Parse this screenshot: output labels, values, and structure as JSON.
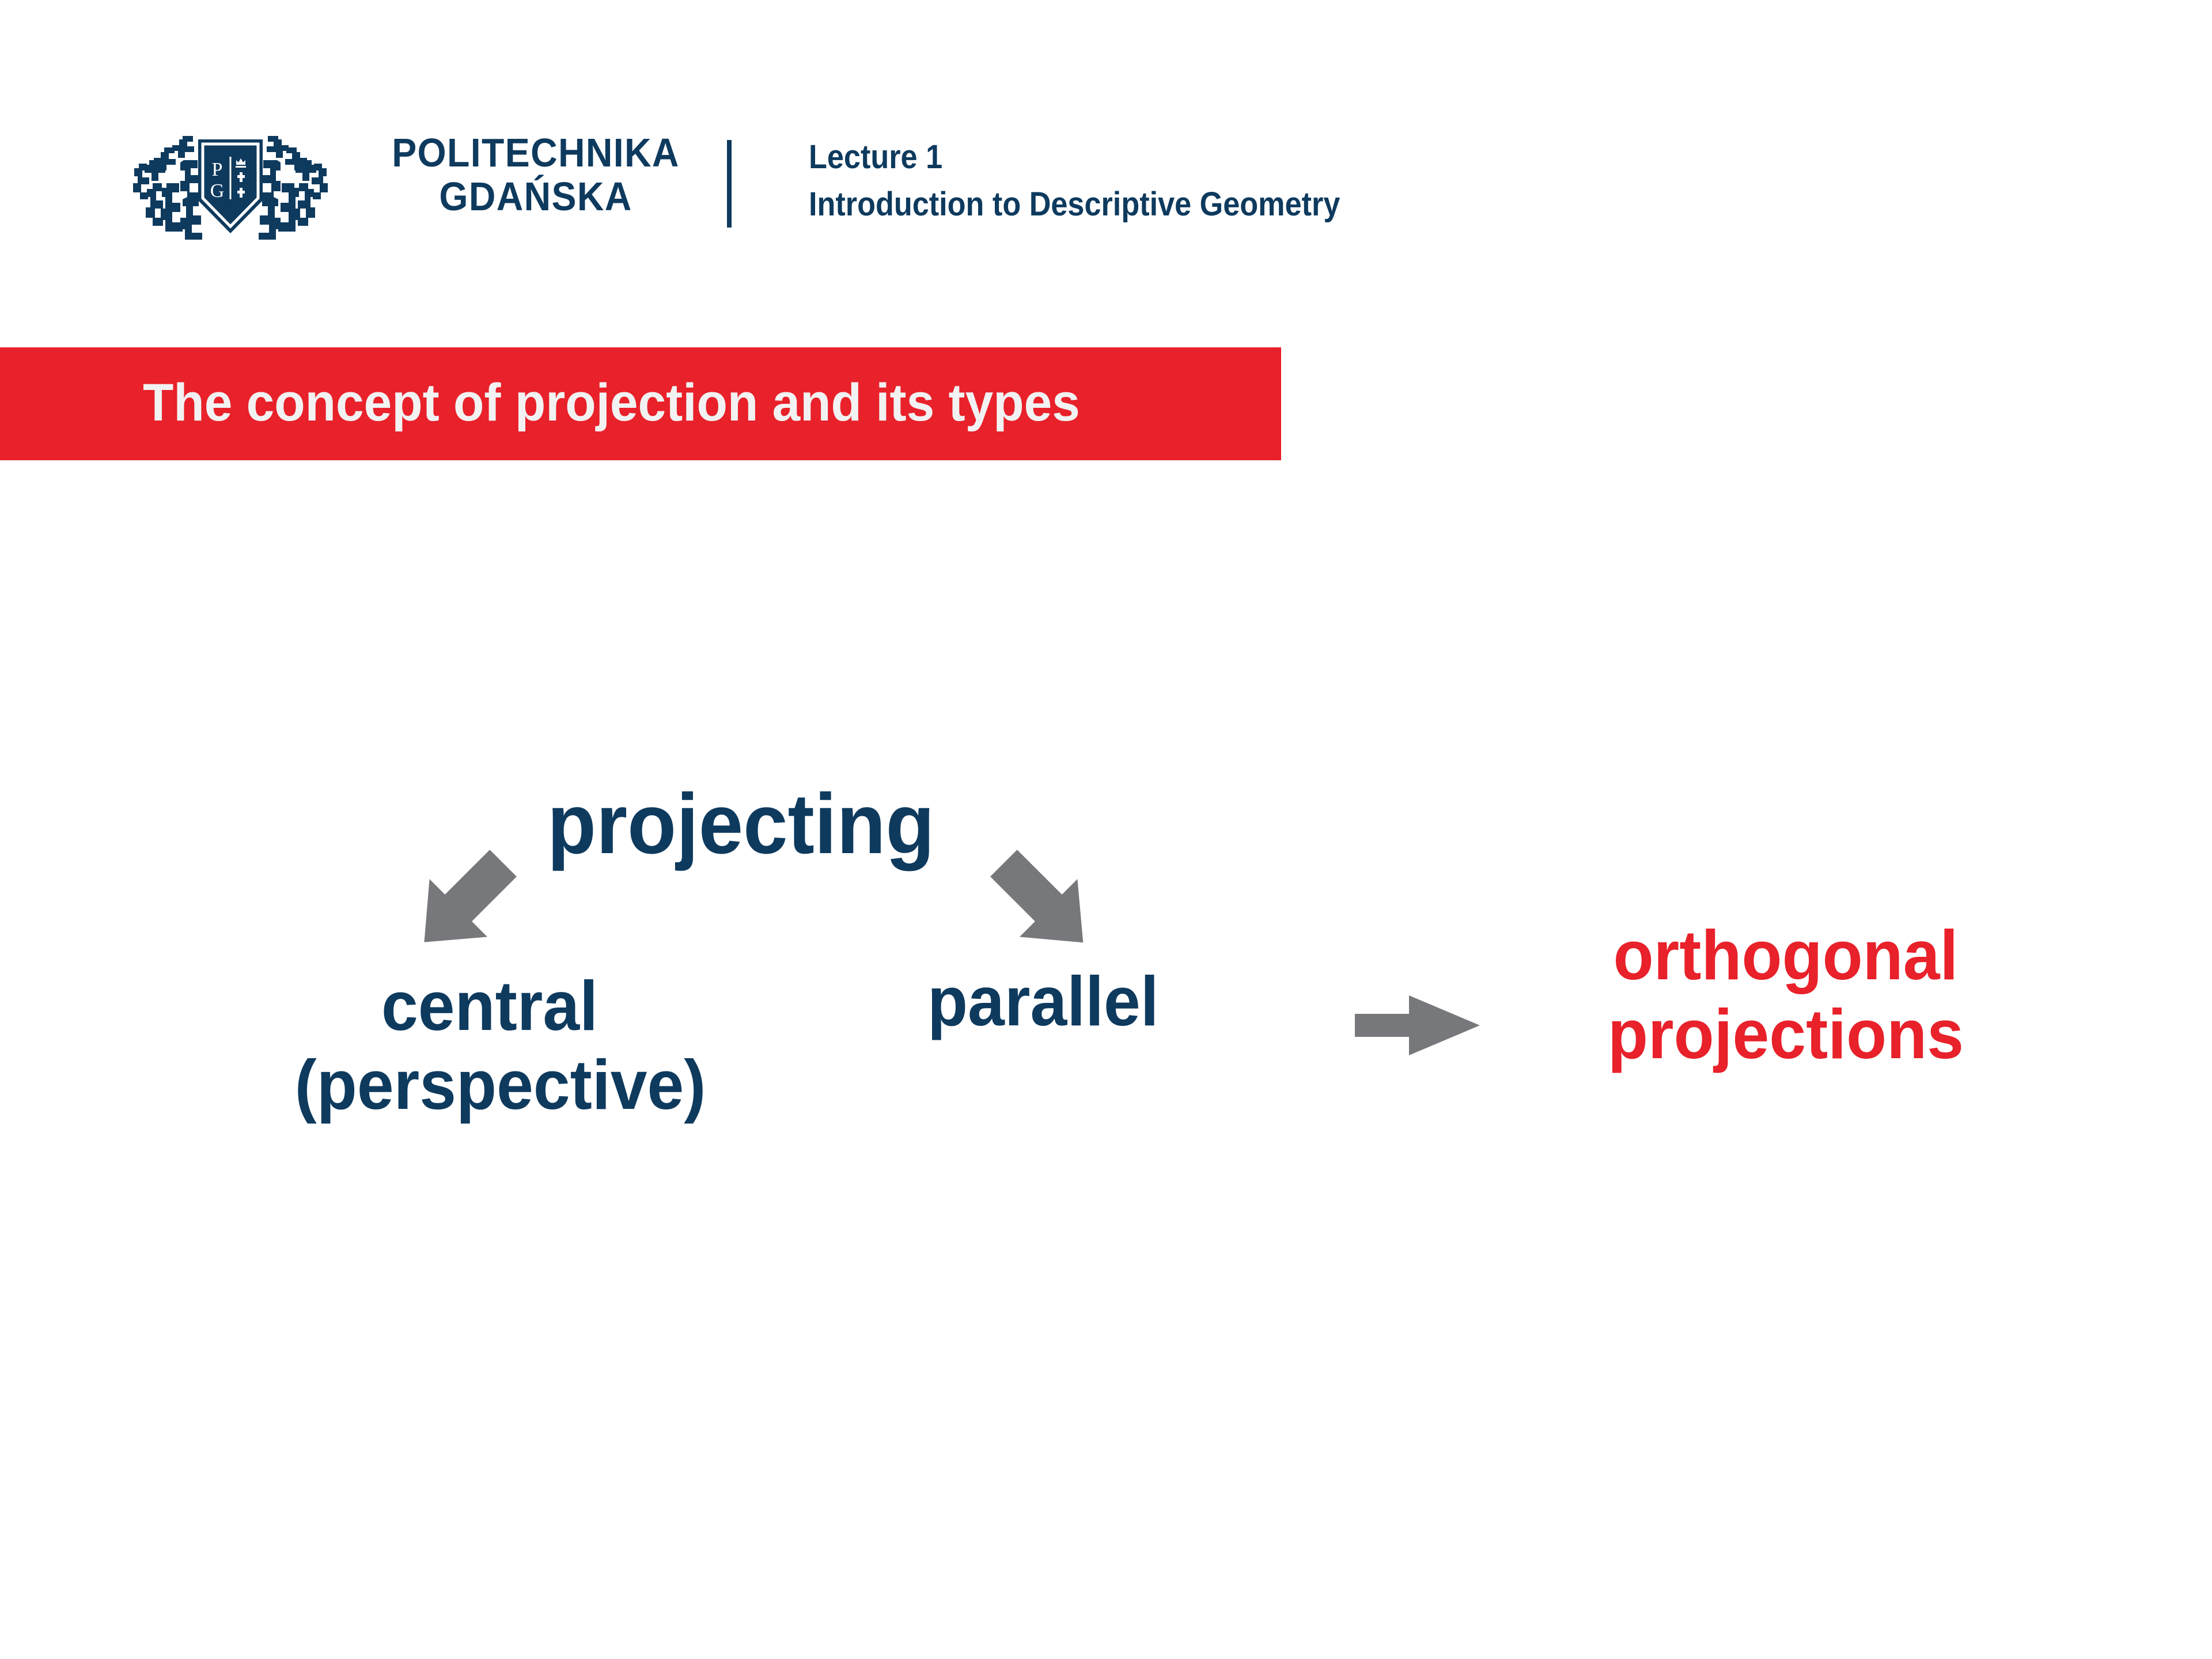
{
  "header": {
    "logo_name": "politechnika-gdanska-crest",
    "logo_shield_letters": [
      "P",
      "G"
    ],
    "wordmark_lines": [
      "POLITECHNIKA",
      "GDAŃSKA"
    ],
    "lecture_lines": [
      "Lecture 1",
      "Introduction to Descriptive Geometry"
    ]
  },
  "section_banner": {
    "title": "The concept of projection and its types",
    "background_color": "#E8212A",
    "text_color": "#F2F2F2"
  },
  "diagram": {
    "root_label": "projecting",
    "branches": [
      {
        "label_lines": [
          "central",
          "(perspective)"
        ],
        "color": "#0E3A5E",
        "arrow": "arrow-down-left-icon"
      },
      {
        "label_lines": [
          "parallel"
        ],
        "color": "#0E3A5E",
        "arrow": "arrow-down-right-icon"
      },
      {
        "label_lines": [
          "orthogonal",
          "projections"
        ],
        "color": "#E8212A",
        "arrow": "arrow-right-icon"
      }
    ]
  },
  "colors": {
    "navy": "#0E3A5E",
    "red": "#E8212A",
    "grey_arrow": "#77787B",
    "background": "#FFFFFF"
  }
}
